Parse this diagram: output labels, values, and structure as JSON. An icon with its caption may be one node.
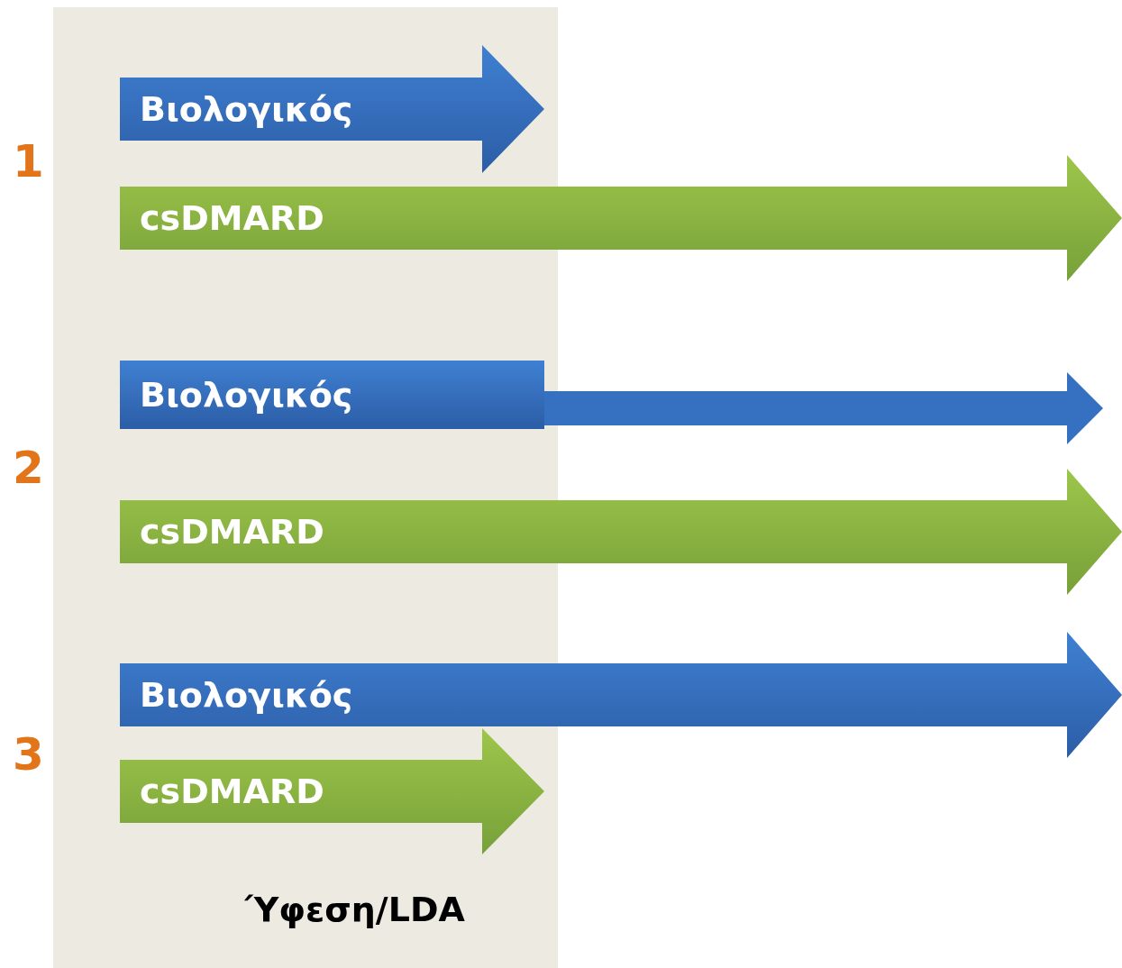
{
  "diagram": {
    "nodes": [
      {
        "text": [
          "Ύφεση/LDA"
        ]
      },
      {
        "text": [
          "Βιολογικός"
        ],
        "in": 0
      },
      {
        "text": [
          "csDMARD"
        ]
      },
      {
        "text": [
          "Βιολογικός"
        ]
      },
      {
        "text": [
          "csDMARD"
        ]
      },
      {
        "text": [
          "Βιολογικός"
        ]
      },
      {
        "text": [
          "csDMARD"
        ],
        "in": 0
      }
    ],
    "labels": [
      "1",
      "2",
      "3"
    ]
  }
}
